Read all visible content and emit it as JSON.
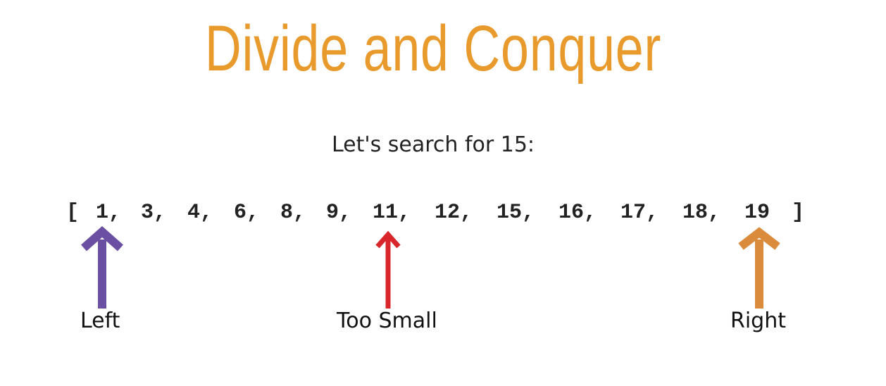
{
  "title": "Divide and Conquer",
  "subtitle": "Let's search for 15:",
  "array": {
    "open_bracket": "[",
    "close_bracket": "]",
    "items": [
      "1,",
      "3,",
      "4,",
      "6,",
      "8,",
      "9,",
      "11,",
      "12,",
      "15,",
      "16,",
      "17,",
      "18,",
      "19"
    ]
  },
  "pointers": {
    "left": {
      "label": "Left",
      "color": "#6A4FA3"
    },
    "middle": {
      "label": "Too Small",
      "color": "#D9262A"
    },
    "right": {
      "label": "Right",
      "color": "#DB8B3C"
    }
  },
  "colors": {
    "title": "#E89A2C"
  }
}
